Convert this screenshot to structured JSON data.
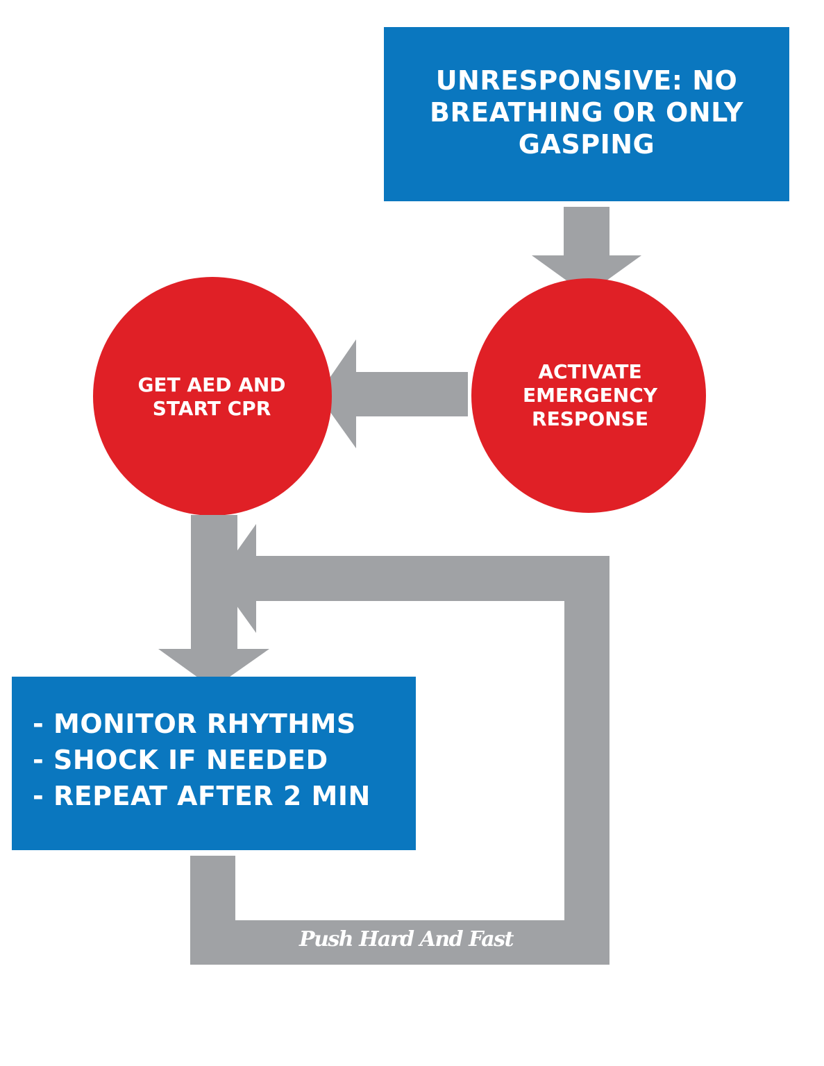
{
  "colors": {
    "box_blue": "#0a77bf",
    "circle_red": "#e02026",
    "arrow_gray": "#a0a2a5",
    "text_white": "#ffffff"
  },
  "nodes": {
    "start": {
      "lines": [
        "UNRESPONSIVE: NO",
        "BREATHING OR ONLY",
        "GASPING"
      ]
    },
    "activate": {
      "lines": [
        "ACTIVATE",
        "EMERGENCY",
        "RESPONSE"
      ]
    },
    "aed": {
      "lines": [
        "GET AED AND",
        "START CPR"
      ]
    },
    "monitor": {
      "lines": [
        "- MONITOR RHYTHMS",
        "- SHOCK IF NEEDED",
        "- REPEAT AFTER 2 MIN"
      ]
    }
  },
  "loop_caption": "Push Hard And Fast"
}
